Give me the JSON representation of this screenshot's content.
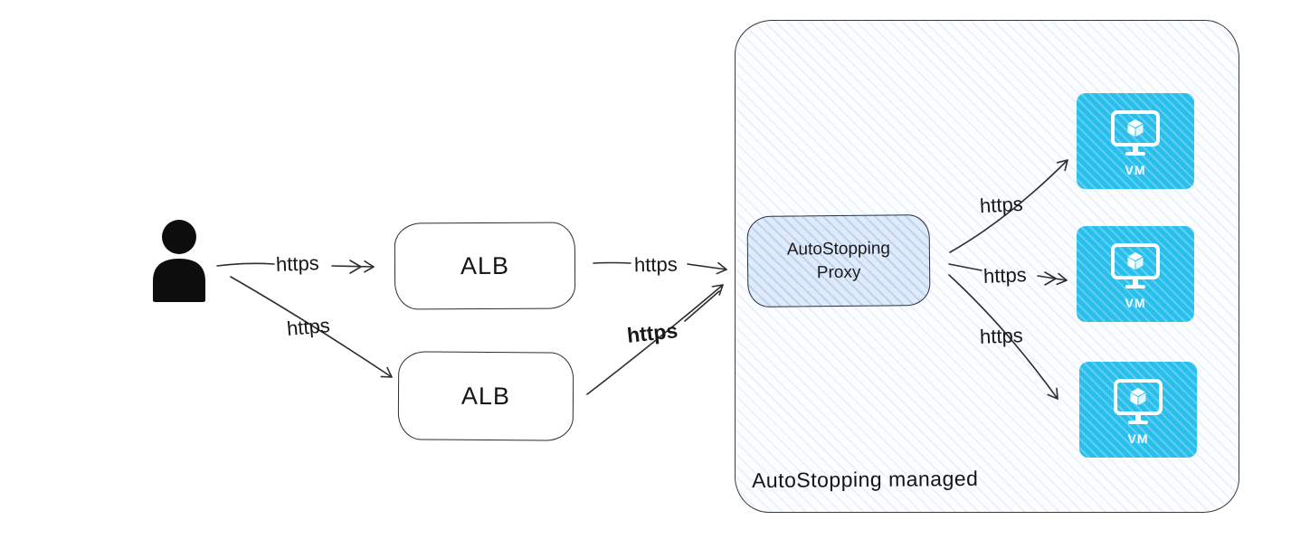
{
  "diagram": {
    "nodes": {
      "user": {
        "label": ""
      },
      "alb_top": {
        "label": "ALB"
      },
      "alb_bottom": {
        "label": "ALB"
      },
      "proxy": {
        "label": "AutoStopping\nProxy"
      }
    },
    "group": {
      "label": "AutoStopping managed"
    },
    "vms": [
      {
        "label": "VM"
      },
      {
        "label": "VM"
      },
      {
        "label": "VM"
      }
    ],
    "edges": {
      "user_alb_top": {
        "label": "https"
      },
      "user_alb_bottom": {
        "label": "https"
      },
      "alb_top_proxy": {
        "label": "https"
      },
      "alb_bottom_proxy": {
        "label": "https"
      },
      "proxy_vm_1": {
        "label": "https"
      },
      "proxy_vm_2": {
        "label": "https"
      },
      "proxy_vm_3": {
        "label": "https"
      }
    },
    "colors": {
      "vm_fill": "#29bfec",
      "proxy_fill": "#dfeafa",
      "group_fill": "#fcfdff",
      "stroke": "#2e2e2e"
    }
  }
}
